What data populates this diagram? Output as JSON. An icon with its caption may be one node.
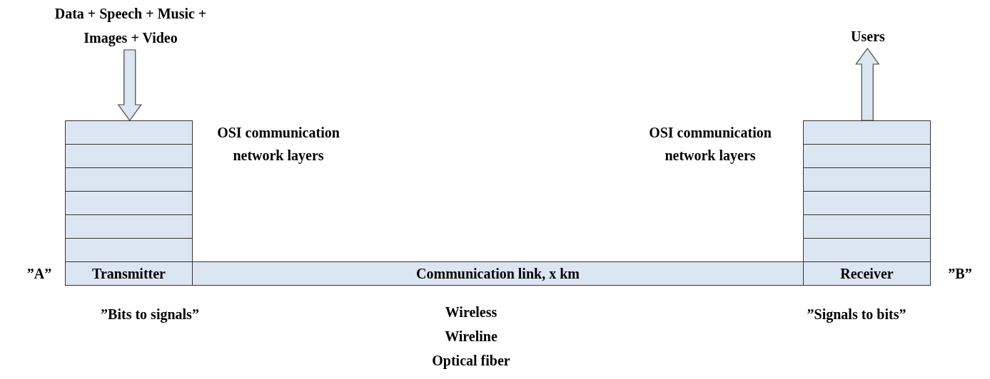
{
  "diagram": {
    "nodes": [
      {
        "text": [
          "Data + Speech + Music + Images + Video"
        ]
      },
      {
        "text": [
          "Users"
        ]
      },
      {
        "text": [],
        "shape": "box"
      },
      {
        "text": [],
        "shape": "box"
      },
      {
        "text": [],
        "shape": "box"
      },
      {
        "text": [],
        "shape": "box"
      },
      {
        "text": [],
        "shape": "box"
      },
      {
        "text": [],
        "shape": "box"
      },
      {
        "text": [
          "Transmitter"
        ]
      },
      {
        "text": [
          "Communication link, x km"
        ]
      },
      {
        "text": [],
        "shape": "box"
      },
      {
        "text": [],
        "shape": "box"
      },
      {
        "text": [],
        "shape": "box"
      },
      {
        "text": [],
        "shape": "box"
      },
      {
        "text": [],
        "shape": "box"
      },
      {
        "text": [],
        "shape": "box"
      },
      {
        "text": [
          "Receiver"
        ]
      }
    ],
    "edges": [
      {
        "from": 0,
        "to": 2,
        "arrow": "to"
      },
      {
        "from": 10,
        "to": 1,
        "arrow": "to"
      }
    ],
    "labels": [
      "OSI communication network layers",
      "OSI communication network layers",
      "”A”",
      "”B”",
      "”Bits to signals”",
      "Wireless",
      "Wireline",
      "Optical fiber",
      "”Signals to bits”"
    ]
  }
}
